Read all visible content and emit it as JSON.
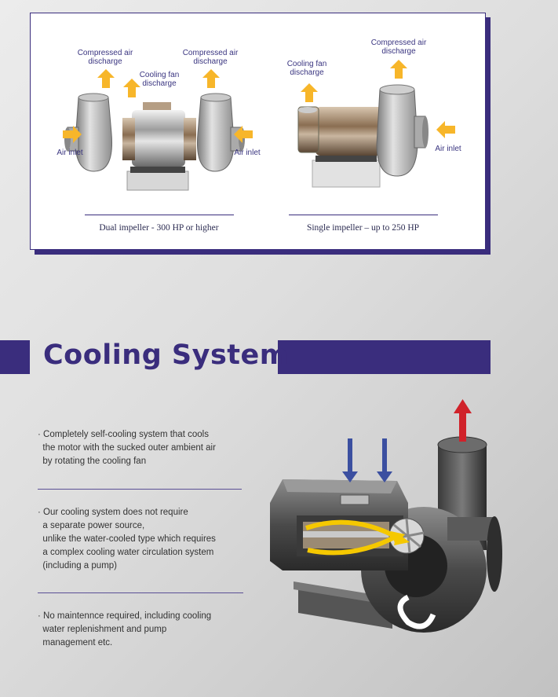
{
  "diagram": {
    "dual": {
      "labels": {
        "compressed_left": [
          "Compressed air",
          "discharge"
        ],
        "cooling_fan": [
          "Cooling fan",
          "discharge"
        ],
        "compressed_right": [
          "Compressed air",
          "discharge"
        ],
        "air_inlet_left": "Air inlet",
        "air_inlet_right": "Air inlet"
      },
      "caption": "Dual impeller - 300 HP or higher"
    },
    "single": {
      "labels": {
        "cooling_fan": [
          "Cooling fan",
          "discharge"
        ],
        "compressed": [
          "Compressed air",
          "discharge"
        ],
        "air_inlet": "Air inlet"
      },
      "caption": "Single impeller – up to 250 HP"
    }
  },
  "section": {
    "title": "Cooling System"
  },
  "bullets": [
    {
      "lines": [
        "· Completely self-cooling system that cools",
        "  the motor with the sucked outer ambient air",
        "  by rotating the cooling fan"
      ]
    },
    {
      "lines": [
        "· Our cooling system does not require",
        "  a separate power source,",
        "  unlike the water-cooled type which requires",
        "  a complex cooling water circulation system",
        "  (including a pump)"
      ]
    },
    {
      "lines": [
        "· No maintennce required, including cooling",
        "  water replenishment and pump",
        "  management etc."
      ]
    }
  ],
  "colors": {
    "accent": "#3a2d7d",
    "arrow_yellow": "#f7b62a",
    "arrow_blue": "#3b4fa0",
    "arrow_red": "#d0222a"
  }
}
